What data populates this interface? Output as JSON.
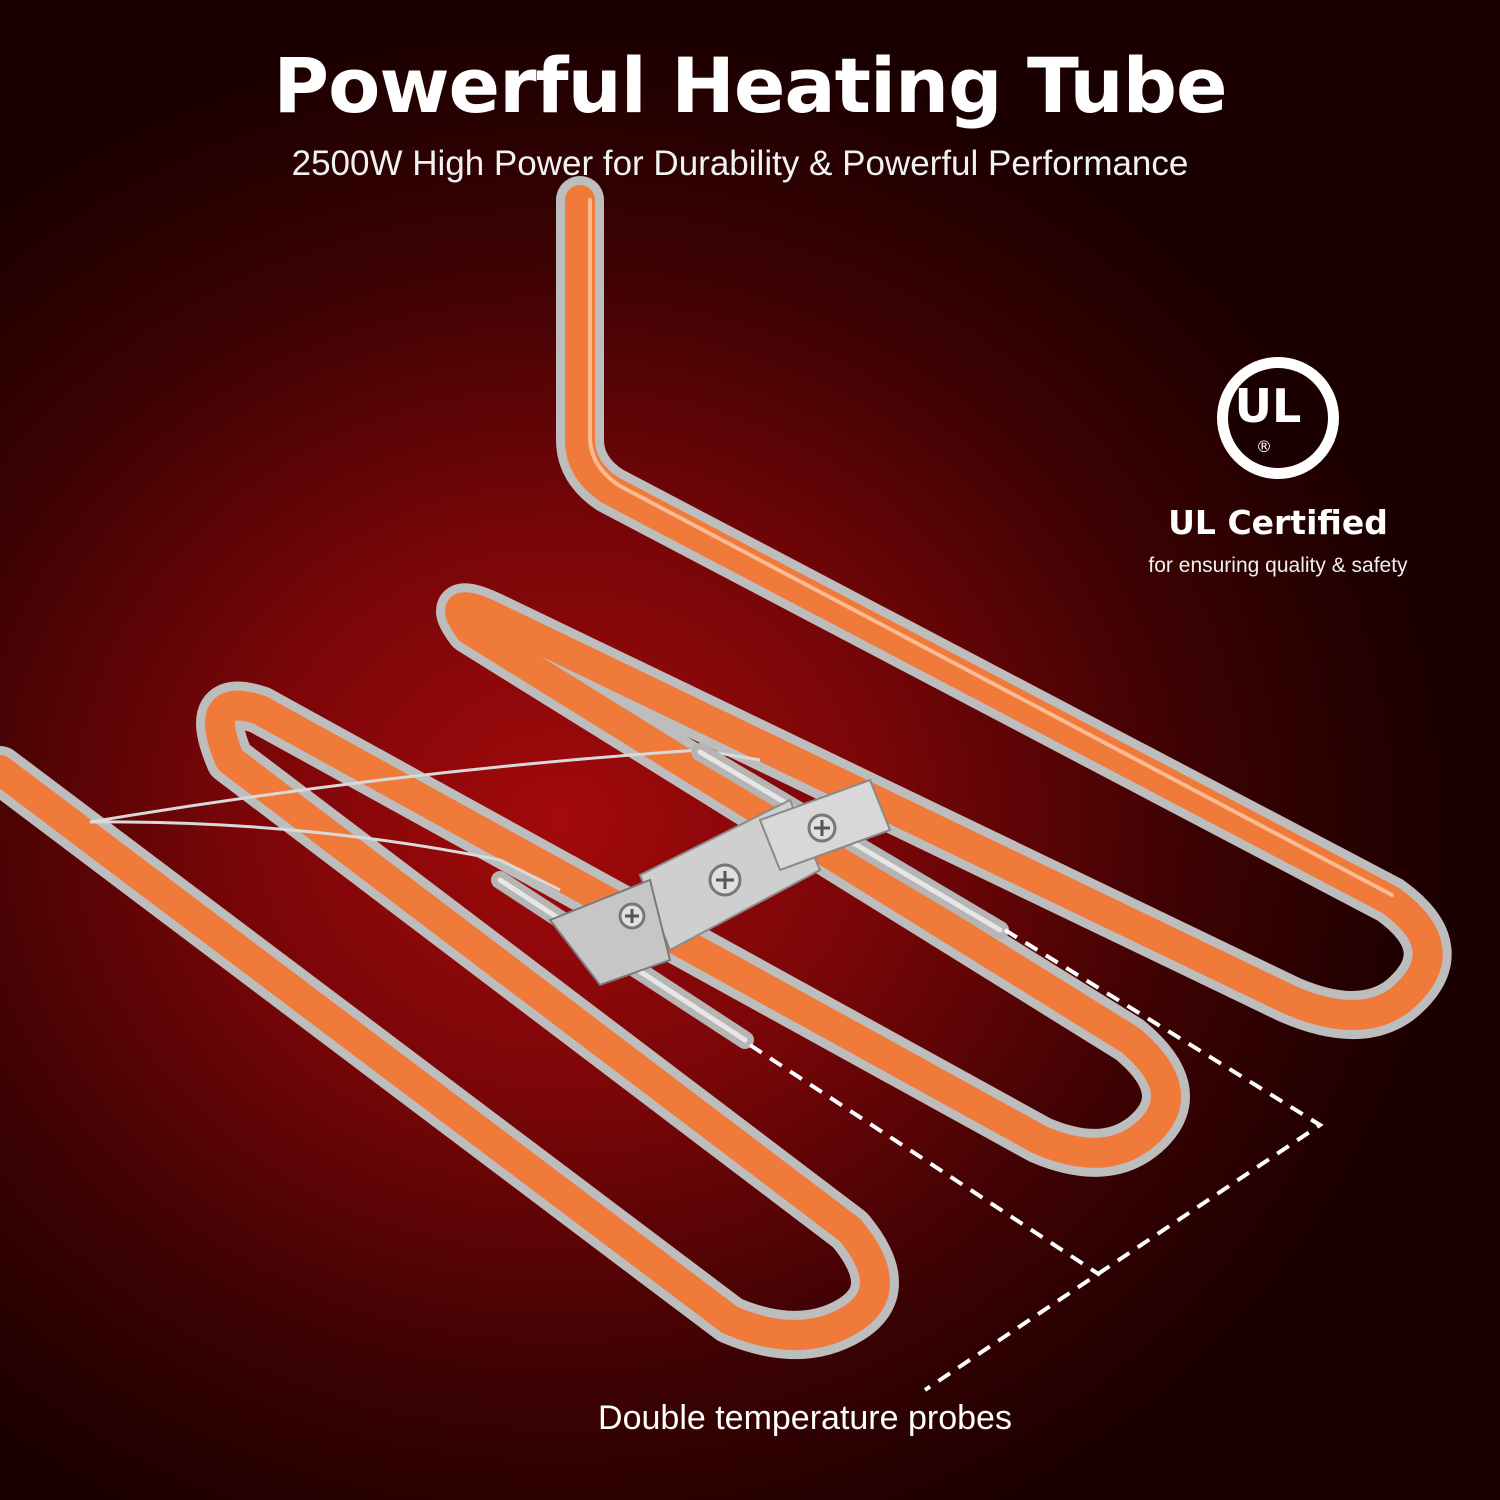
{
  "headline": "Powerful Heating Tube",
  "subheadline": "2500W High Power for Durability & Powerful Performance",
  "certification": {
    "logo_text": "UL",
    "registered_mark": "®",
    "title": "UL Certified",
    "subtitle": "for ensuring quality & safety"
  },
  "callout": {
    "label": "Double temperature probes"
  },
  "colors": {
    "background": "#7a0608",
    "tube_core": "#f07a3a",
    "tube_shell": "#c9c9c9",
    "text": "#ffffff"
  }
}
